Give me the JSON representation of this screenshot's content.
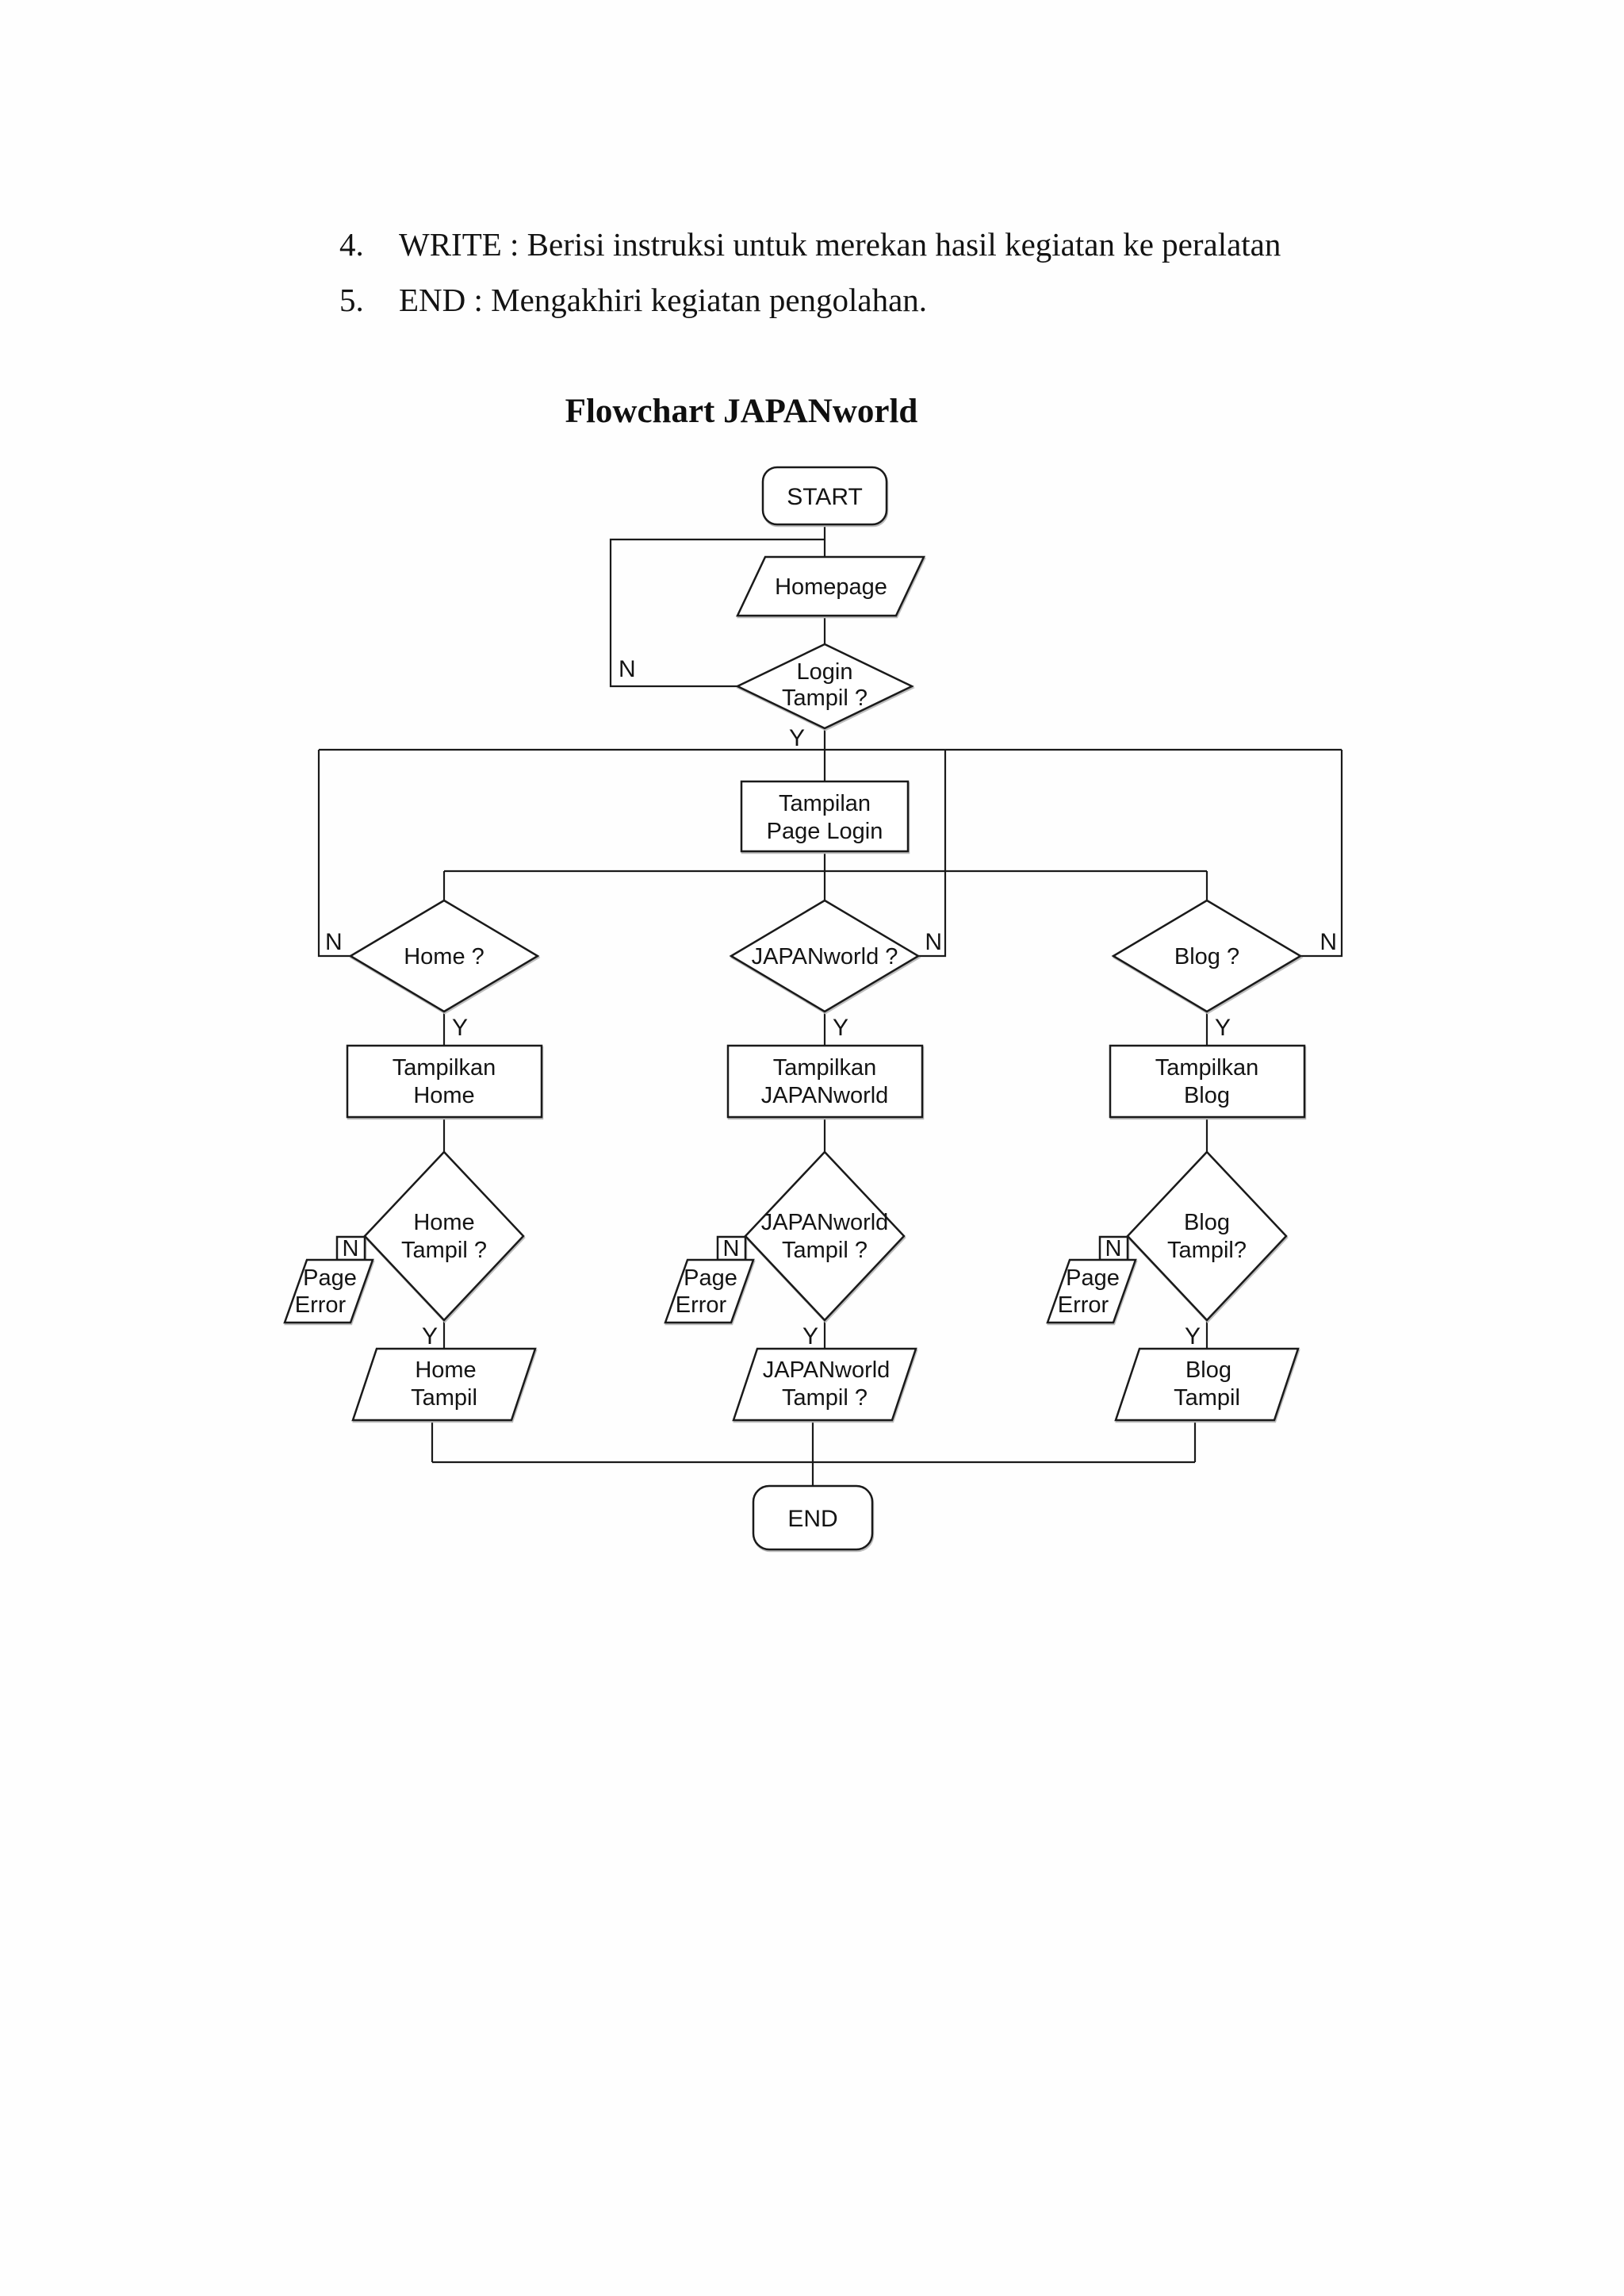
{
  "document": {
    "background": "#ffffff",
    "list_items": [
      {
        "number": "4.",
        "text": "WRITE : Berisi instruksi untuk merekan hasil kegiatan ke peralatan"
      },
      {
        "number": "5.",
        "text": "END : Mengakhiri kegiatan pengolahan."
      }
    ],
    "title": "Flowchart JAPANworld"
  },
  "flowchart": {
    "stroke_color": "#1a1a1a",
    "fill_color": "#ffffff",
    "edge_labels": {
      "yes": "Y",
      "no": "N"
    },
    "start": {
      "label": "START"
    },
    "homepage": {
      "label": "Homepage"
    },
    "login_decision": {
      "lines": [
        "Login",
        "Tampil ?"
      ]
    },
    "page_login": {
      "lines": [
        "Tampilan",
        "Page Login"
      ]
    },
    "branches": [
      {
        "id": "home",
        "decision": "Home ?",
        "show": [
          "Tampilkan",
          "Home"
        ],
        "check": [
          "Home",
          "Tampil ?"
        ],
        "error": [
          "Page",
          "Error"
        ],
        "output": [
          "Home",
          "Tampil"
        ]
      },
      {
        "id": "japanworld",
        "decision": "JAPANworld ?",
        "show": [
          "Tampilkan",
          "JAPANworld"
        ],
        "check": [
          "JAPANworld",
          "Tampil ?"
        ],
        "error": [
          "Page",
          "Error"
        ],
        "output": [
          "JAPANworld",
          "Tampil ?"
        ]
      },
      {
        "id": "blog",
        "decision": "Blog ?",
        "show": [
          "Tampilkan",
          "Blog"
        ],
        "check": [
          "Blog",
          "Tampil?"
        ],
        "error": [
          "Page",
          "Error"
        ],
        "output": [
          "Blog",
          "Tampil"
        ]
      }
    ],
    "end": {
      "label": "END"
    }
  }
}
